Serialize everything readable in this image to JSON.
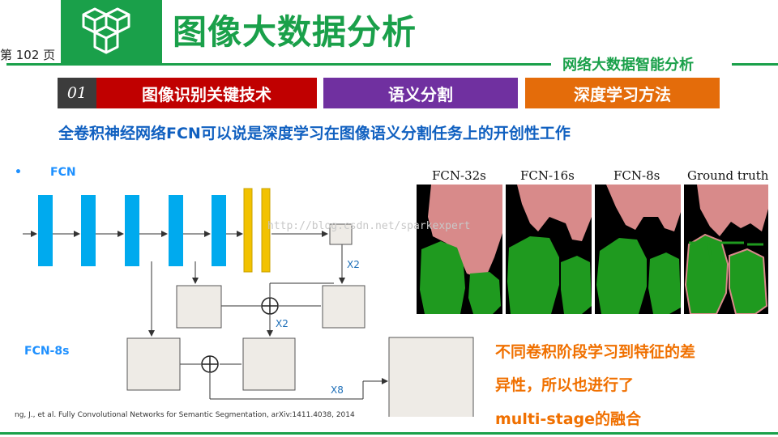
{
  "header": {
    "title": "图像大数据分析",
    "page_number": "第 102 页",
    "subtitle": "网络大数据智能分析",
    "logo_icon": "cubes-icon"
  },
  "tabs": [
    {
      "number": "01",
      "label": "图像识别关键技术",
      "color": "#c00000"
    },
    {
      "label": "语义分割",
      "color": "#7030a0"
    },
    {
      "label": "深度学习方法",
      "color": "#e46c0a"
    }
  ],
  "headline": "全卷积神经网络FCN可以说是深度学习在图像语义分割任务上的开创性工作",
  "diagram": {
    "bullet": "•",
    "fcn_label": "FCN",
    "fcn8s_label": "FCN-8s",
    "x2_a": "X2",
    "x2_b": "X2",
    "x8": "X8",
    "citation": "ng, J., et al. Fully Convolutional Networks for Semantic Segmentation, arXiv:1411.4038, 2014"
  },
  "segmentation": {
    "labels": [
      "FCN-32s",
      "FCN-16s",
      "FCN-8s",
      "Ground truth"
    ]
  },
  "watermark": "http://blog.csdn.net/sparkexpert",
  "note": {
    "lines": [
      "不同卷积阶段学习到特征的差",
      "异性，所以也进行了",
      "multi-stage的融合"
    ]
  },
  "colors": {
    "brand_green": "#1aa04a",
    "blue_layer": "#00aaee",
    "yellow_layer": "#f2c200",
    "seg_pink": "#d88a8a",
    "seg_green": "#1f9a1f",
    "note_orange": "#f07000"
  }
}
